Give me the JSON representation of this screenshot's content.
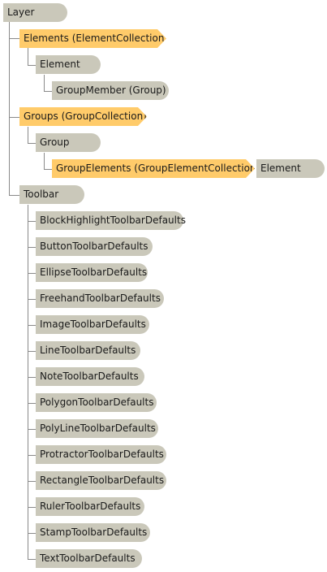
{
  "colors": {
    "class_node": "#cac8ba",
    "collection_node": "#ffcb6a",
    "connector": "#8a8a8a"
  },
  "nodes": {
    "layer": "Layer",
    "elements": "Elements (ElementCollection)",
    "element": "Element",
    "group_member": "GroupMember (Group)",
    "groups": "Groups (GroupCollection)",
    "group": "Group",
    "group_elements": "GroupElements (GroupElementCollection)",
    "group_elements_element": "Element",
    "toolbar": "Toolbar",
    "toolbar_defaults": [
      "BlockHighlightToolbarDefaults",
      "ButtonToolbarDefaults",
      "EllipseToolbarDefaults",
      "FreehandToolbarDefaults",
      "ImageToolbarDefaults",
      "LineToolbarDefaults",
      "NoteToolbarDefaults",
      "PolygonToolbarDefaults",
      "PolyLineToolbarDefaults",
      "ProtractorToolbarDefaults",
      "RectangleToolbarDefaults",
      "RulerToolbarDefaults",
      "StampToolbarDefaults",
      "TextToolbarDefaults"
    ]
  }
}
